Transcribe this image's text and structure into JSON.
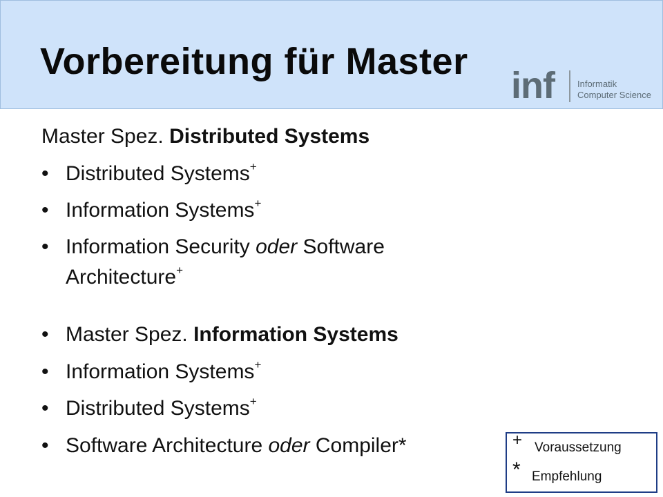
{
  "slide": {
    "title": "Vorbereitung für Master"
  },
  "logo": {
    "mark": "inf",
    "line1": "Informatik",
    "line2": "Computer Science"
  },
  "section1": {
    "prefix": "Master Spez. ",
    "name": "Distributed Systems",
    "items": [
      {
        "text": "Distributed Systems",
        "sup": "+"
      },
      {
        "text": "Information Systems",
        "sup": "+"
      },
      {
        "pre": "Information Security ",
        "connector": "oder",
        "post": " Software",
        "cont": "Architecture",
        "sup": "+"
      }
    ]
  },
  "section2": {
    "prefix": "Master Spez. ",
    "name": "Information Systems",
    "items": [
      {
        "text": "Information Systems",
        "sup": "+"
      },
      {
        "text": "Distributed Systems",
        "sup": "+"
      },
      {
        "pre": "Software Architecture ",
        "connector": "oder",
        "post": " Compiler*"
      }
    ]
  },
  "bullet_glyph": "•",
  "legend": {
    "plus_symbol": "+",
    "plus_label": "Voraussetzung",
    "star_symbol": "*",
    "star_label": "Empfehlung"
  }
}
